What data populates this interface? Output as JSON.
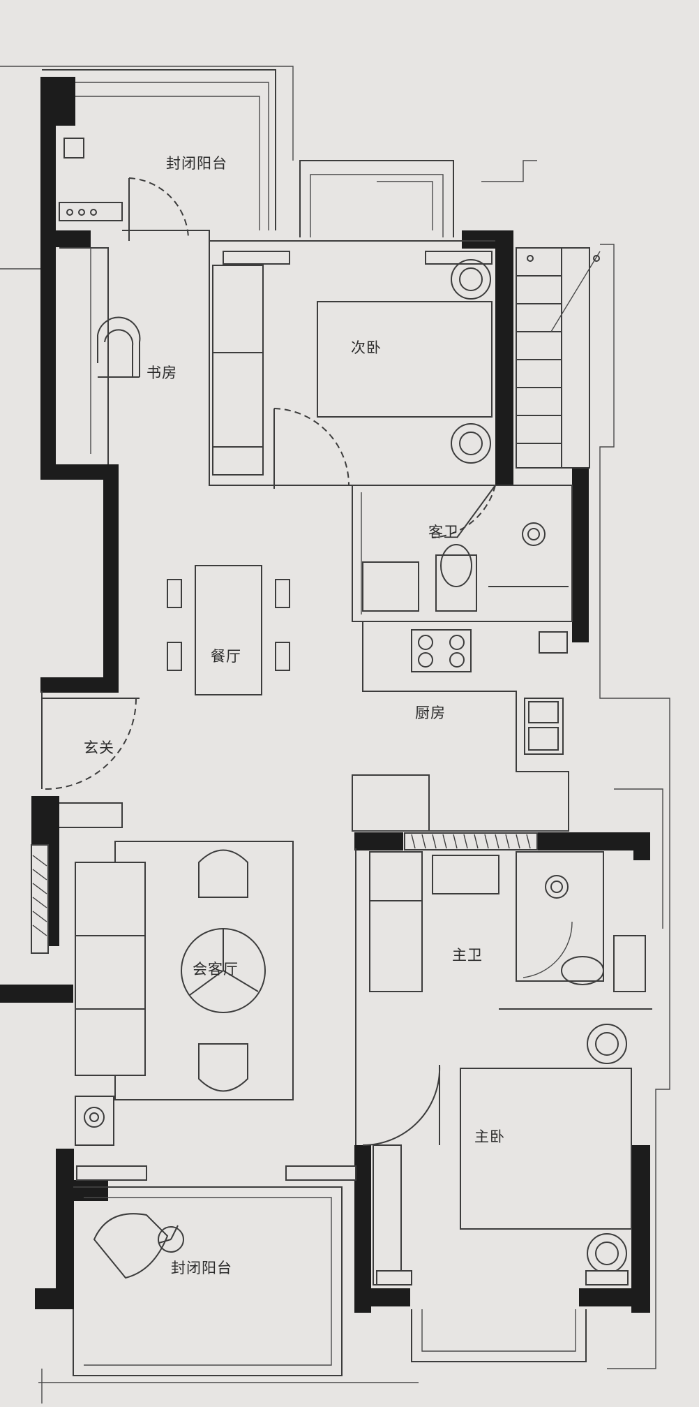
{
  "rooms": {
    "closed_balcony_top": "封闭阳台",
    "second_bedroom": "次卧",
    "study": "书房",
    "guest_bathroom": "客卫",
    "dining_room": "餐厅",
    "kitchen": "厨房",
    "entrance": "玄关",
    "living_room": "会客厅",
    "master_bathroom": "主卫",
    "master_bedroom": "主卧",
    "closed_balcony_bottom": "封闭阳台"
  },
  "colors": {
    "paper": "#e7e5e3",
    "wall": "#1c1c1c",
    "line": "#3c3c3c"
  }
}
